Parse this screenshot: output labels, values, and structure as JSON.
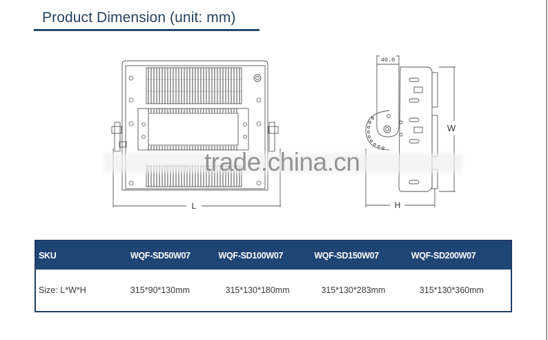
{
  "header": {
    "title": "Product Dimension (unit: mm)"
  },
  "drawings": {
    "front_view": {
      "dimension_label": "L"
    },
    "side_view": {
      "dimension_label_width": "W",
      "dimension_label_height": "H",
      "bracket_dimension": "40.0"
    }
  },
  "watermark": "trade.china.cn",
  "spec_table": {
    "header": [
      "SKU",
      "WQF-SD50W07",
      "WQF-SD100W07",
      "WQF-SD150W07",
      "WQF-SD200W07"
    ],
    "rows": [
      [
        "Size: L*W*H",
        "315*90*130mm",
        "315*130*180mm",
        "315*130*283mm",
        "315*130*360mm"
      ]
    ]
  },
  "colors": {
    "title_text": "#26425f",
    "accent_navy": "#1f4574",
    "table_border": "#1f3c66"
  }
}
